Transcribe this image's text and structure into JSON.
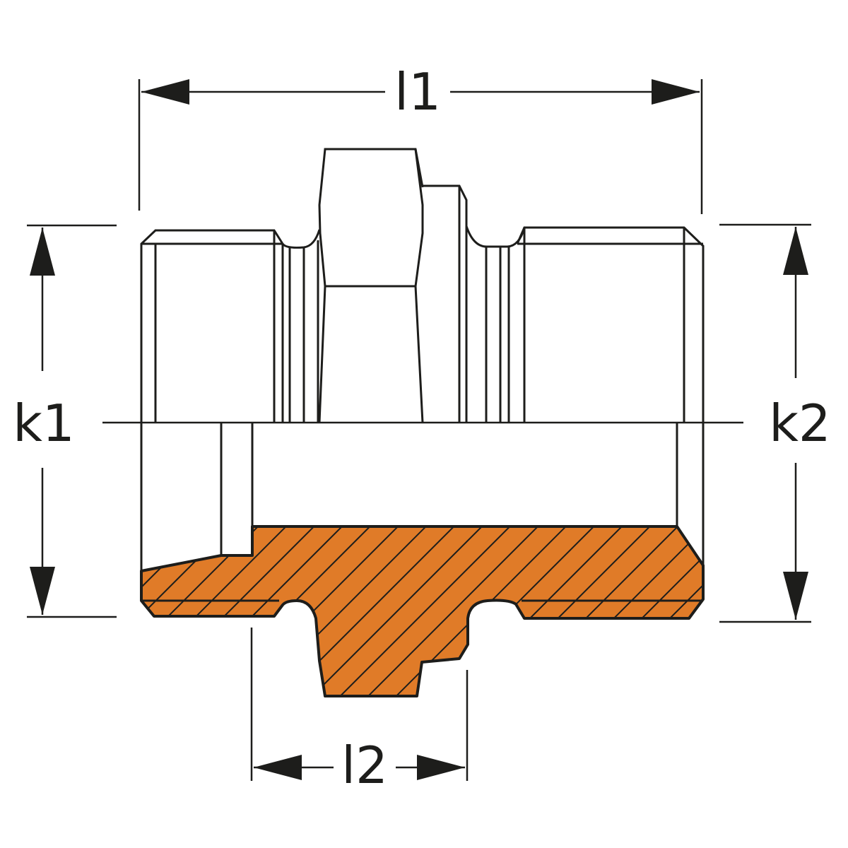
{
  "dimensions": {
    "l1": "l1",
    "l2": "l2",
    "k1": "k1",
    "k2": "k2"
  },
  "colors": {
    "section_fill": "#E07B28",
    "line": "#1d1d1b"
  }
}
